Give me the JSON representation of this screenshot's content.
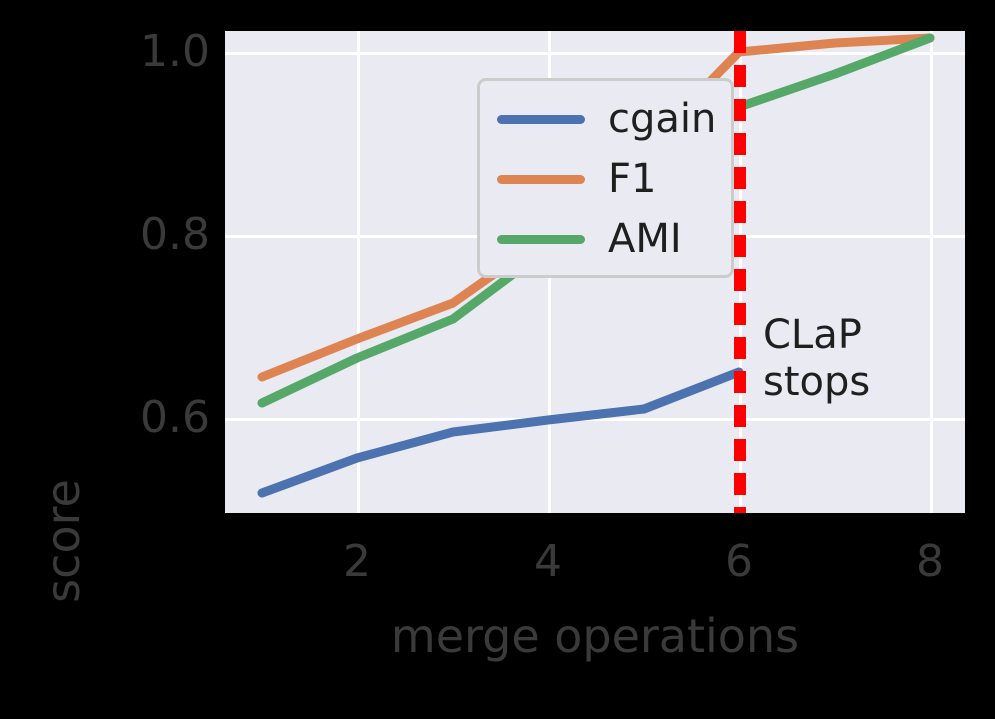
{
  "chart_data": {
    "type": "line",
    "title": "",
    "xlabel": "merge operations",
    "ylabel": "score",
    "xlim": [
      1,
      8
    ],
    "ylim": [
      0.515,
      1.015
    ],
    "xticks": [
      2,
      4,
      6,
      8
    ],
    "xticklabels": [
      "2",
      "4",
      "6",
      "8"
    ],
    "yticks": [
      0.6,
      0.8,
      1.0
    ],
    "yticklabels": [
      "0.6",
      "0.8",
      "1.0"
    ],
    "grid": true,
    "legend_position": "upper left",
    "x": [
      1,
      2,
      3,
      4,
      5,
      6,
      7,
      8
    ],
    "series": [
      {
        "name": "cgain",
        "color": "#4C72B0",
        "values": [
          0.525,
          0.562,
          0.589,
          0.601,
          0.613,
          0.655,
          null,
          null
        ]
      },
      {
        "name": "F1",
        "color": "#DD8452",
        "values": [
          0.648,
          0.688,
          0.726,
          0.795,
          0.885,
          0.986,
          0.995,
          1.0
        ]
      },
      {
        "name": "AMI",
        "color": "#55A868",
        "values": [
          0.62,
          0.667,
          0.708,
          0.782,
          0.863,
          0.928,
          0.963,
          1.0
        ]
      }
    ],
    "annotations": [
      {
        "name": "clap-stops",
        "text": "CLaP\nstops",
        "x": 6,
        "color": "#1F1F1F"
      }
    ],
    "vlines": [
      {
        "name": "clap-stop-line",
        "x": 6,
        "color": "#FF0000",
        "style": "dashed"
      }
    ]
  },
  "legend": {
    "items": [
      {
        "label": "cgain",
        "color": "#4C72B0"
      },
      {
        "label": "F1",
        "color": "#DD8452"
      },
      {
        "label": "AMI",
        "color": "#55A868"
      }
    ]
  },
  "axes": {
    "xlabel": "merge operations",
    "ylabel": "score",
    "xticklabels": [
      "2",
      "4",
      "6",
      "8"
    ],
    "yticklabels": [
      "1.0",
      "0.8",
      "0.6"
    ]
  },
  "annotation": {
    "clap_stops": "CLaP\nstops"
  },
  "style": {
    "panel_background": "#EAEAF2",
    "grid_color": "#FFFFFF",
    "figure_background": "#000000",
    "tick_color": "#3A3A3A"
  }
}
